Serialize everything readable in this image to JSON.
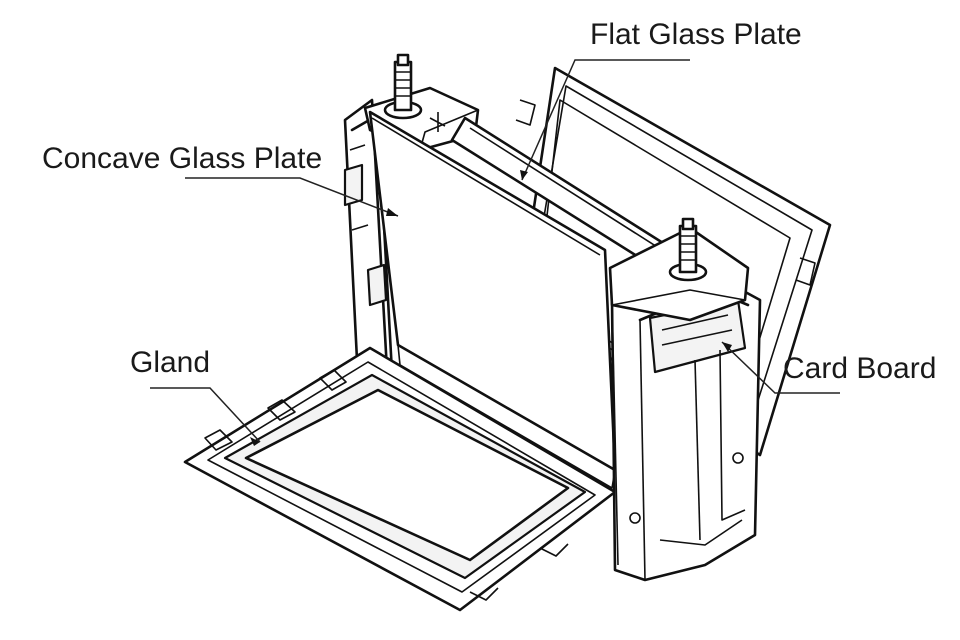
{
  "labels": {
    "flat_glass_plate": "Flat Glass Plate",
    "concave_glass_plate": "Concave Glass Plate",
    "gland": "Gland",
    "card_board": "Card Board"
  },
  "colors": {
    "line": "#111111",
    "background": "#ffffff"
  }
}
